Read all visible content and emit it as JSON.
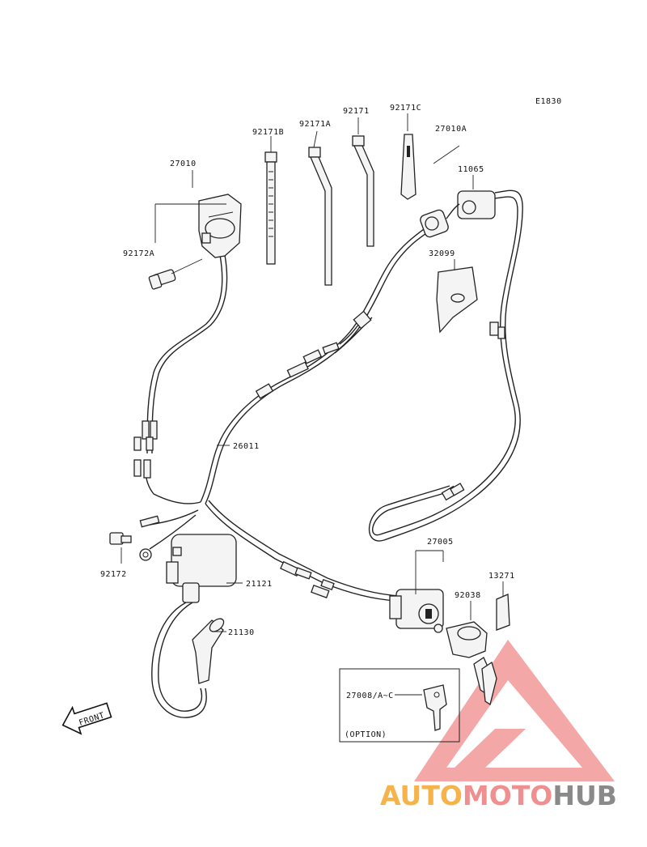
{
  "diagram": {
    "code": "E1830",
    "front_label": "FRONT",
    "option_caption": "(OPTION)",
    "parts": {
      "p27010": "27010",
      "p92172A": "92172A",
      "p92171B": "92171B",
      "p92171A": "92171A",
      "p92171": "92171",
      "p92171C": "92171C",
      "p27010A": "27010A",
      "p11065": "11065",
      "p32099": "32099",
      "p26011": "26011",
      "p92172": "92172",
      "p21121": "21121",
      "p21130": "21130",
      "p27005": "27005",
      "p92038": "92038",
      "p13271": "13271",
      "p27008": "27008/A~C"
    }
  },
  "watermark": {
    "part1": "AUTO",
    "part2": "MOTO",
    "part3": "HUB",
    "colors": {
      "auto": "#f5b34a",
      "moto": "#ef8f8f",
      "hub": "#8a8a8a",
      "triangle": "#f08a8a"
    }
  }
}
